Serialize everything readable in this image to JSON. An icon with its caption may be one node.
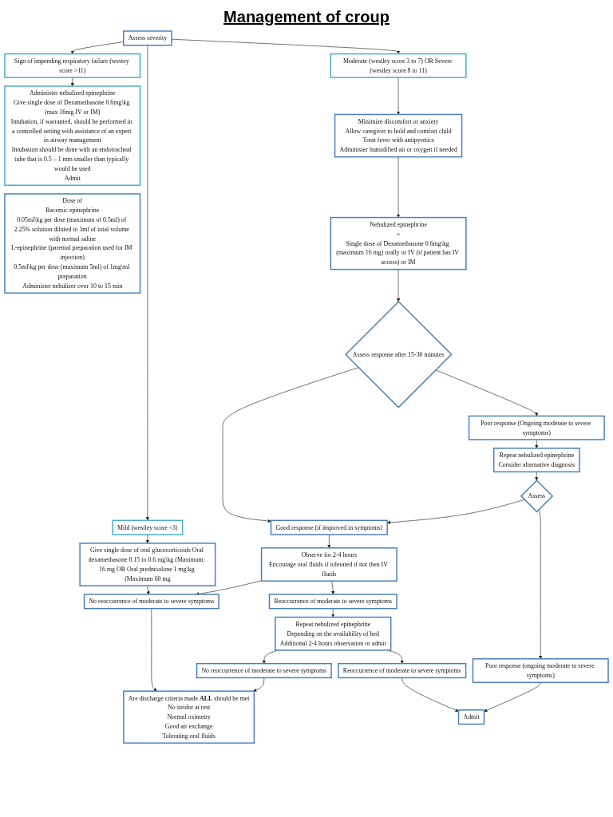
{
  "diagram": {
    "title": "Management of croup",
    "nodes": [
      {
        "text": [
          "Assess severity"
        ]
      },
      {
        "text": [
          "Mild (westley score <3)"
        ]
      },
      {
        "text": [
          "Moderate (westley score 3 to 7) OR Severe (westley score 8 to 11)"
        ]
      },
      {
        "text": [
          "Sign of impending respiratory failure (westey score >11)"
        ]
      },
      {
        "text": [
          "Give single dose of oral glucocorticoids Oral dexamethasone 0.15 to 0.6 mg\\kg (Maximum: 16 mg OR Oral prednisolone 1 mg\\kg (Maximum 60 mg"
        ]
      },
      {
        "text": [
          "Minimize discomfort or anxiety",
          "Allow caregiver to hold and comfort child",
          "Treat fever with antipyretics",
          "Administer humidified air or oxygen if needed"
        ]
      },
      {
        "text": [
          "Administer nebulized epinephrine",
          "Give single dose of Dexamethasone 0.6mg\\kg (max 16mg IV or IM)",
          "Intubation, if warranted, should be performed in a controlled setting with assistance of an expert in airway management",
          "Intubation should be done with an endotracheal tube that is 0.5 – 1 mm smaller than typically would be used",
          "Admit"
        ]
      },
      {
        "text": [
          "Dose of",
          "Racemic epinephrine",
          "0.05ml\\kg per dose (maximum of 0.5ml) of 2.25% solution diluted to 3ml of total volume with normal saline",
          "L-epinephrine (parental preparation used for IM injection)",
          "0.5ml\\kg per dose (maximum 5ml) of 1mg\\ml preparation",
          "Administer nebulizer over 10 to 15 min"
        ]
      },
      {
        "text": [
          "Nebulized epinephrine",
          "+",
          "Single dose of Dexamethasone 0.6mg\\kg (maximum 16 mg) orally or IV (if patient has IV access) or IM"
        ]
      },
      {
        "text": [
          "Assess response after 15-30 minutes"
        ]
      },
      {
        "text": [
          "Good response (if improved in symptoms)"
        ]
      },
      {
        "text": [
          "Poor response (Ongoing moderate to severe symptoms)"
        ]
      },
      {
        "text": [
          "Observe for 2-4 hours",
          "Encourage oral fluids if tolerated if not then IV fluids"
        ]
      },
      {
        "text": [
          "Repeat nebulized epinephrine",
          "Consider alternative diagnosis"
        ]
      },
      {
        "text": [
          "No reoccurrence of moderate to severe symptoms"
        ]
      },
      {
        "text": [
          "Reoccurrence of moderate to severe symptoms"
        ]
      },
      {
        "text": [
          "Assess"
        ]
      },
      {
        "text": [
          "Are discharge criteria made **ALL** should be met",
          "No stridor at rest",
          "Normal oximetry",
          "Good air exchange",
          "Tolerating oral fluids"
        ]
      },
      {
        "text": [
          "Repeat nebulized epinephrine",
          "Depending on the availability of bed",
          "Additional 2-4 hours observation or admit"
        ]
      },
      {
        "text": [
          "Poor response (ongoing moderate to severe symptoms)"
        ]
      },
      {
        "text": [
          "No reoccurrence of moderate to severe symptoms"
        ]
      },
      {
        "text": [
          "Reoccurrence of moderate to severe symptoms"
        ]
      },
      {
        "text": [
          "Admit"
        ]
      }
    ],
    "edges": [
      {
        "from": 0,
        "to": 1,
        "arrow": "to"
      },
      {
        "from": 0,
        "to": 2,
        "arrow": "to"
      },
      {
        "from": 0,
        "to": 3,
        "arrow": "to"
      },
      {
        "from": 1,
        "to": 4,
        "arrow": "to"
      },
      {
        "from": 2,
        "to": 5,
        "arrow": "to"
      },
      {
        "from": 3,
        "to": 6,
        "arrow": "to"
      },
      {
        "from": 5,
        "to": 8,
        "arrow": "to"
      },
      {
        "from": 8,
        "to": 9,
        "arrow": "to"
      },
      {
        "from": 9,
        "to": 10,
        "arrow": "to"
      },
      {
        "from": 9,
        "to": 11,
        "arrow": "to"
      },
      {
        "from": 10,
        "to": 12,
        "arrow": "to"
      },
      {
        "from": 11,
        "to": 13,
        "arrow": "to"
      },
      {
        "from": 4,
        "to": 14,
        "arrow": "to"
      },
      {
        "from": 12,
        "to": 14,
        "arrow": "to"
      },
      {
        "from": 12,
        "to": 15,
        "arrow": "to"
      },
      {
        "from": 13,
        "to": 16,
        "arrow": "to"
      },
      {
        "from": 16,
        "to": 10,
        "arrow": "to"
      },
      {
        "from": 16,
        "to": 19,
        "arrow": "to"
      },
      {
        "from": 14,
        "to": 17,
        "arrow": "to"
      },
      {
        "from": 15,
        "to": 18,
        "arrow": "to"
      },
      {
        "from": 18,
        "to": 20,
        "arrow": "to"
      },
      {
        "from": 18,
        "to": 21,
        "arrow": "to"
      },
      {
        "from": 20,
        "to": 17,
        "arrow": "to"
      },
      {
        "from": 21,
        "to": 22,
        "arrow": "to"
      },
      {
        "from": 19,
        "to": 22,
        "arrow": "to"
      }
    ]
  }
}
